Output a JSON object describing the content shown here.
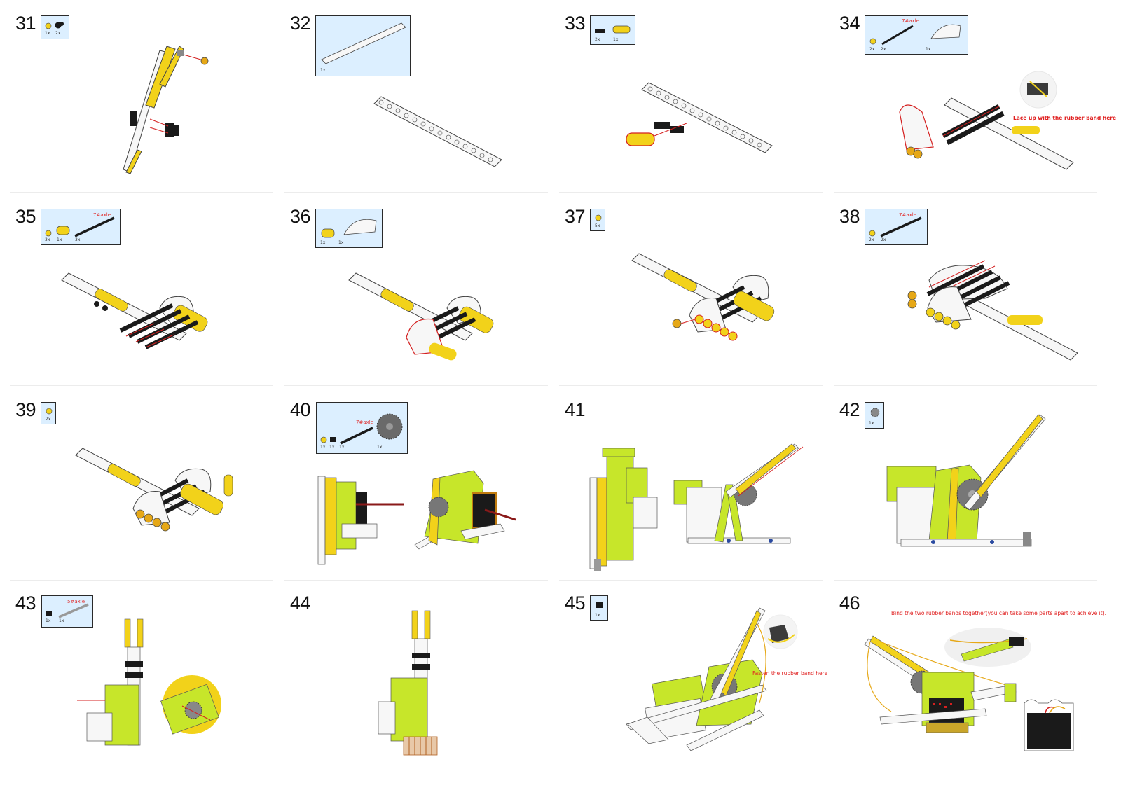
{
  "steps": [
    {
      "num": "31",
      "counts": [
        "1x",
        "2x"
      ]
    },
    {
      "num": "32",
      "counts": [
        "1x"
      ]
    },
    {
      "num": "33",
      "counts": [
        "2x",
        "1x"
      ]
    },
    {
      "num": "34",
      "counts": [
        "2x",
        "2x",
        "1x"
      ],
      "axle_label": "7#axle",
      "note": "Lace up with the rubber band here"
    },
    {
      "num": "35",
      "counts": [
        "3x",
        "1x",
        "3x"
      ],
      "axle_label": "7#axle"
    },
    {
      "num": "36",
      "counts": [
        "1x",
        "1x"
      ]
    },
    {
      "num": "37",
      "counts": [
        "5x"
      ]
    },
    {
      "num": "38",
      "counts": [
        "2x",
        "2x"
      ],
      "axle_label": "7#axle"
    },
    {
      "num": "39",
      "counts": [
        "2x"
      ]
    },
    {
      "num": "40",
      "counts": [
        "1x",
        "1x",
        "1x",
        "1x"
      ],
      "axle_label": "7#axle"
    },
    {
      "num": "41",
      "counts": []
    },
    {
      "num": "42",
      "counts": [
        "1x"
      ]
    },
    {
      "num": "43",
      "counts": [
        "1x",
        "1x"
      ],
      "axle_label": "5#axle"
    },
    {
      "num": "44",
      "counts": []
    },
    {
      "num": "45",
      "counts": [
        "1x"
      ],
      "note": "Fasten the rubber band here"
    },
    {
      "num": "46",
      "counts": [],
      "note": "Bind the two rubber bands together(you can take some parts apart to achieve it)."
    }
  ],
  "colors": {
    "yellow": "#f2d21a",
    "lime": "#c7e62a",
    "black": "#1a1a1a",
    "red": "#d42020",
    "panel": "#dcefff",
    "beam": "#f7f7f7"
  }
}
